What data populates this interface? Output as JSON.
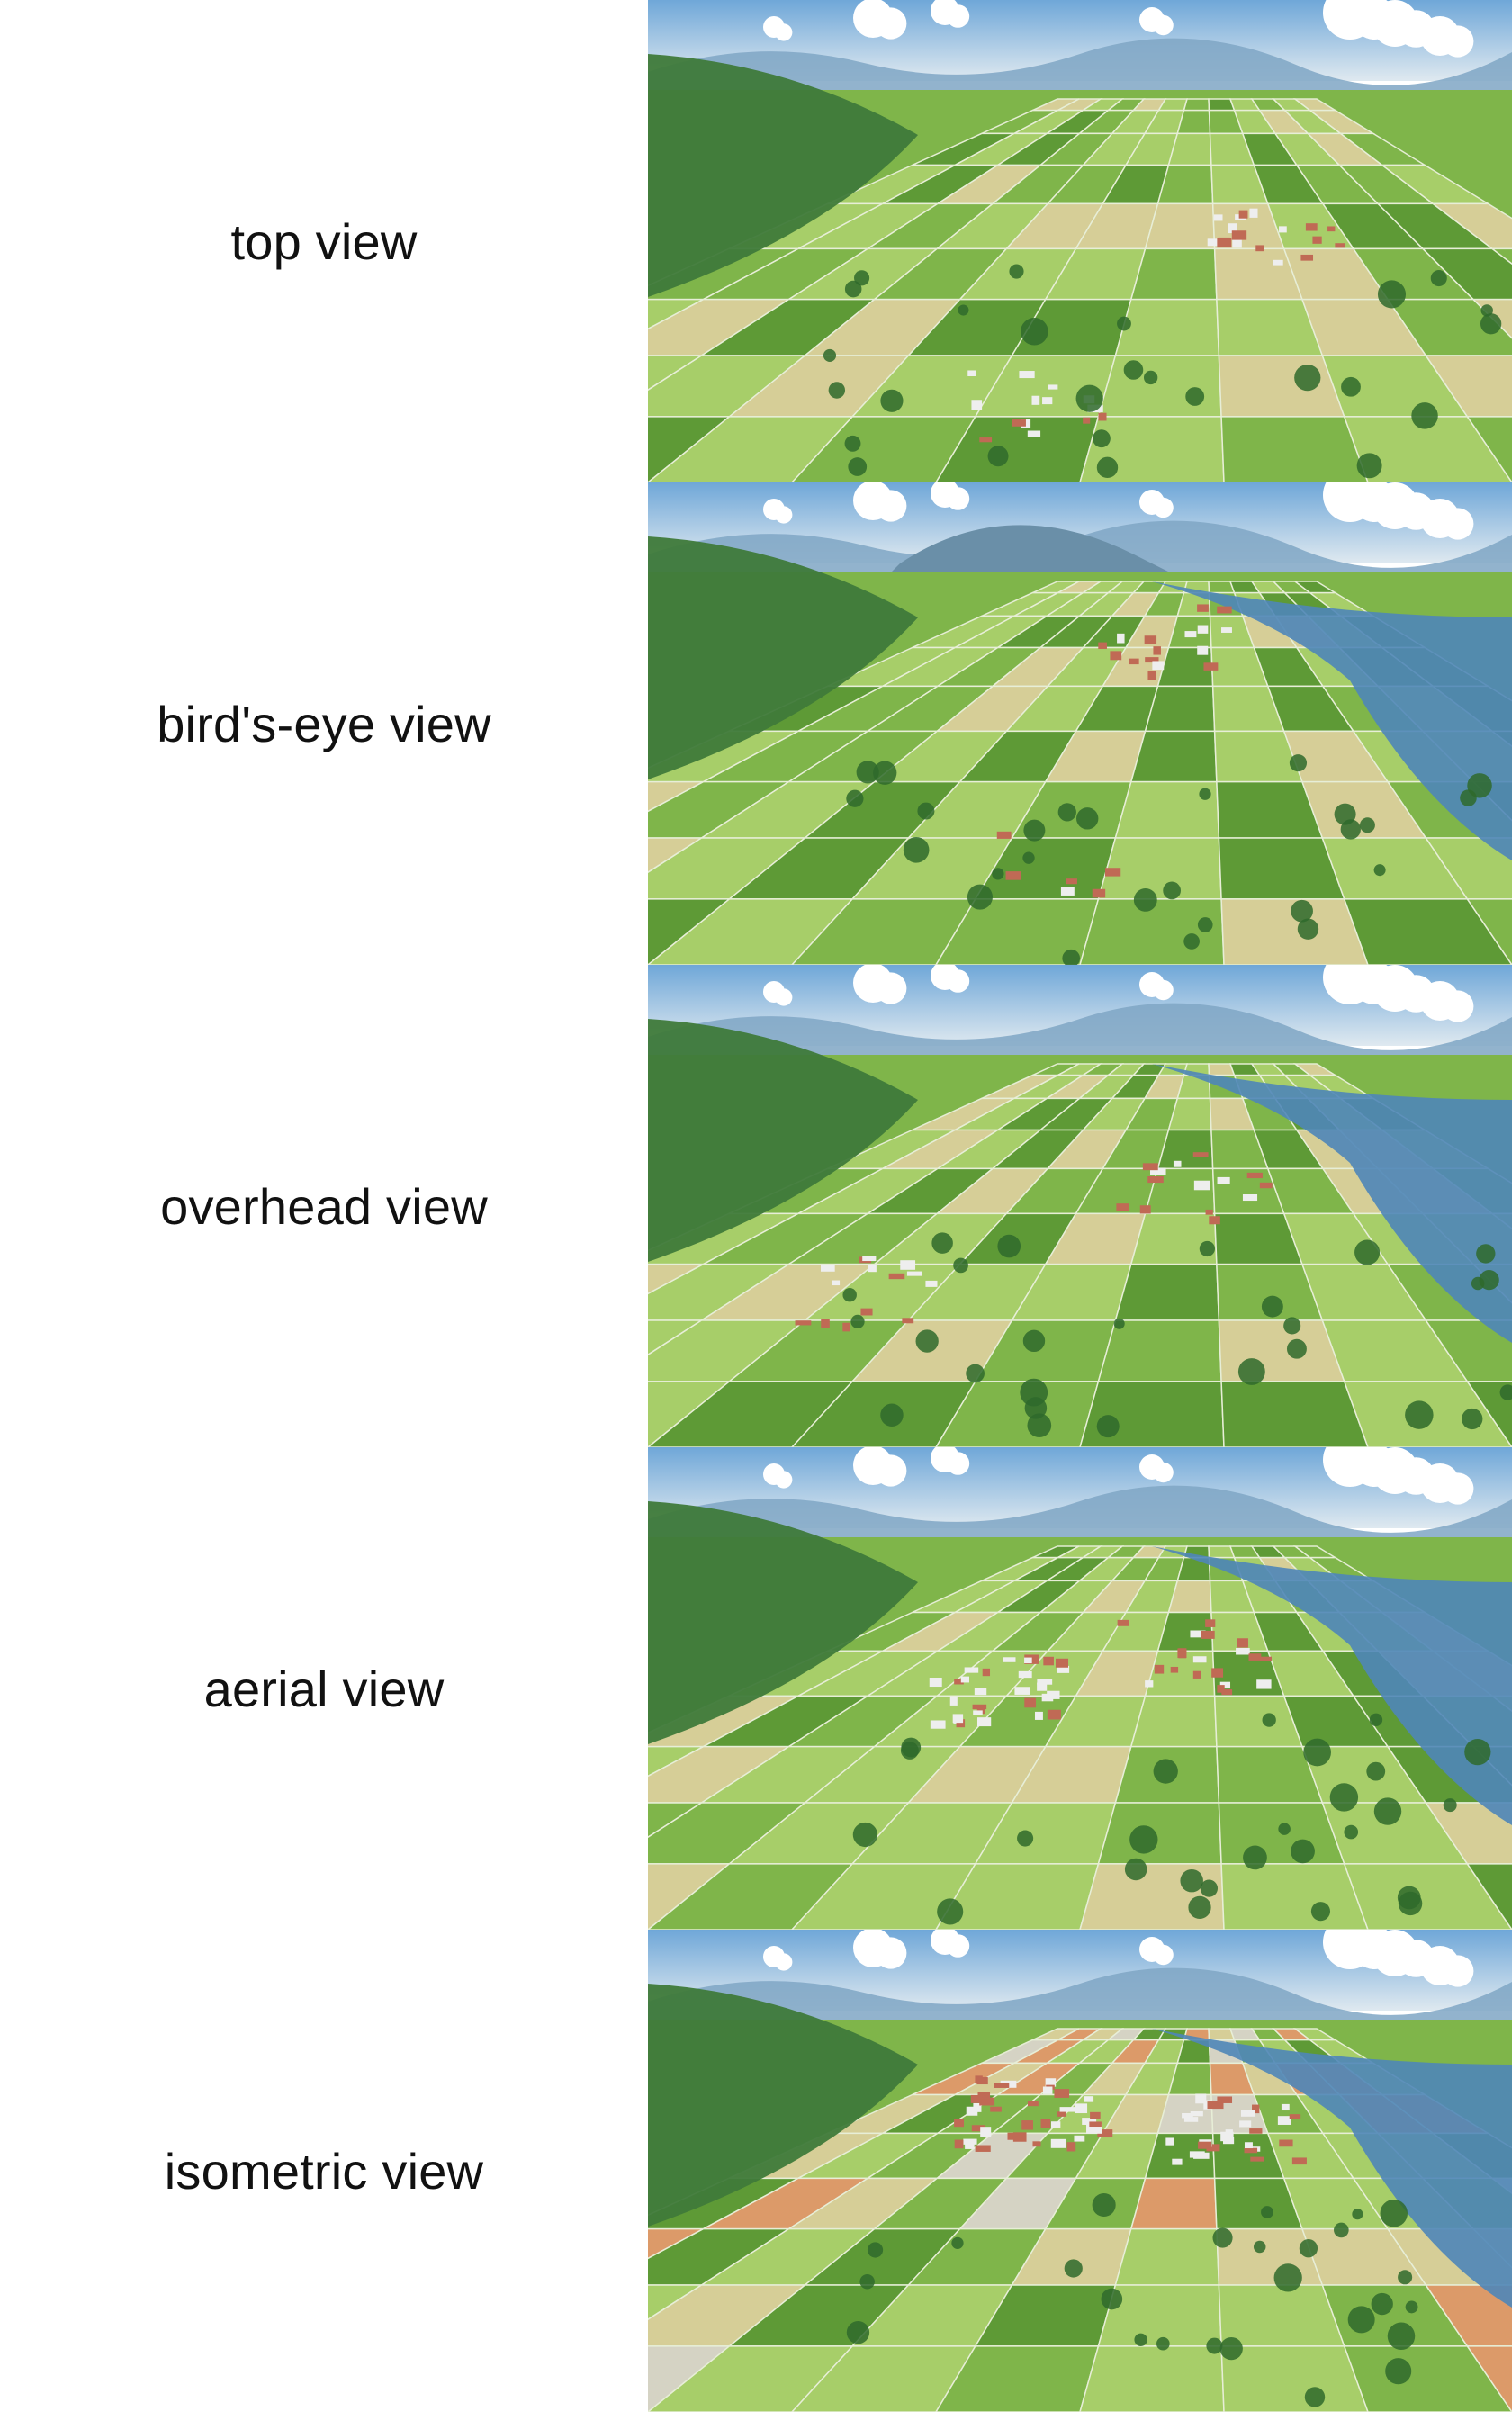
{
  "rows": [
    {
      "label": "top view",
      "variant": "fields-village"
    },
    {
      "label": "bird's-eye view",
      "variant": "fields-lake-mountain"
    },
    {
      "label": "overhead view",
      "variant": "fields-river-left-village"
    },
    {
      "label": "aerial view",
      "variant": "town-river"
    },
    {
      "label": "isometric view",
      "variant": "dense-town-fields"
    }
  ],
  "colors": {
    "sky_top": "#6fa7d8",
    "sky_haze": "#dfe9f0",
    "cloud": "#ffffff",
    "mountain_far": "#7fa6c4",
    "mountain_near": "#5d8a5a",
    "hill_green": "#3f7a3a",
    "field_light": "#a9cf6a",
    "field_mid": "#7fb54a",
    "field_dark": "#5d9a36",
    "field_tan": "#d9cf9a",
    "water": "#4f86b8",
    "roof_red": "#c06a55",
    "roof_white": "#eeeeee"
  }
}
